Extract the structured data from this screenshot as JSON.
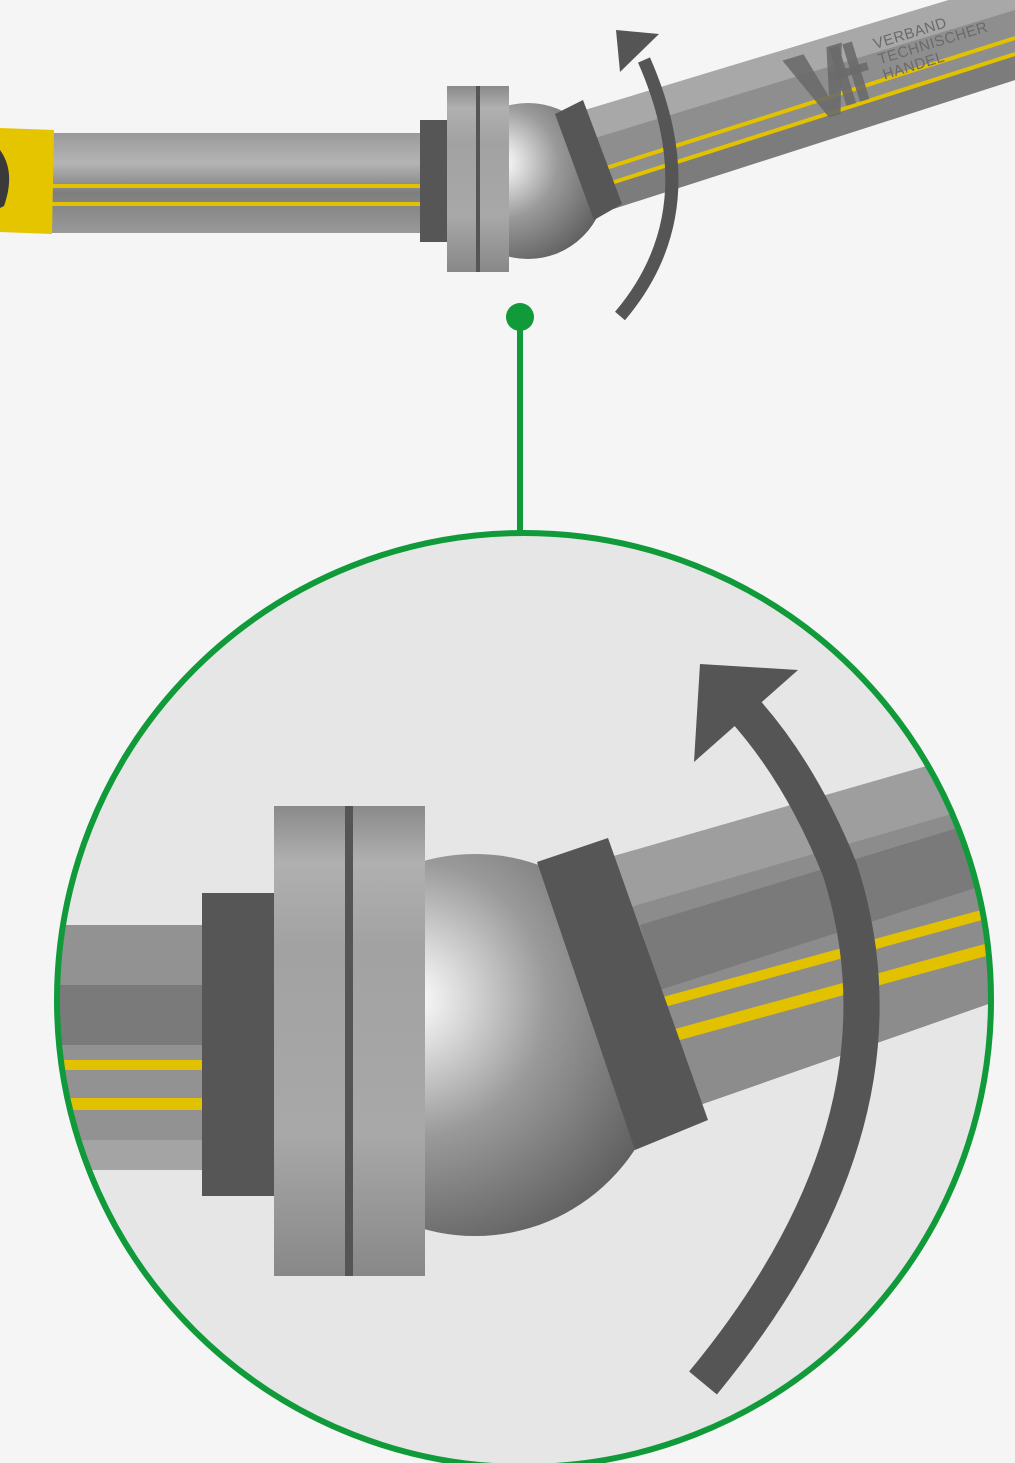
{
  "logo": {
    "mark": "VTH",
    "line1": "VERBAND",
    "line2": "TECHNISCHER",
    "line3": "HANDEL"
  },
  "colors": {
    "background": "#f5f5f5",
    "pipe": "#8c8c8c",
    "stripe": "#e2c100",
    "coupling_dark": "#565656",
    "flange": "#9e9e9e",
    "arrow": "#555555",
    "callout": "#119a3a",
    "cap": "#e5c500",
    "zoom_fill": "#e6e6e6"
  },
  "icons": [
    "rotation-arrow-icon",
    "ball-joint-icon"
  ]
}
